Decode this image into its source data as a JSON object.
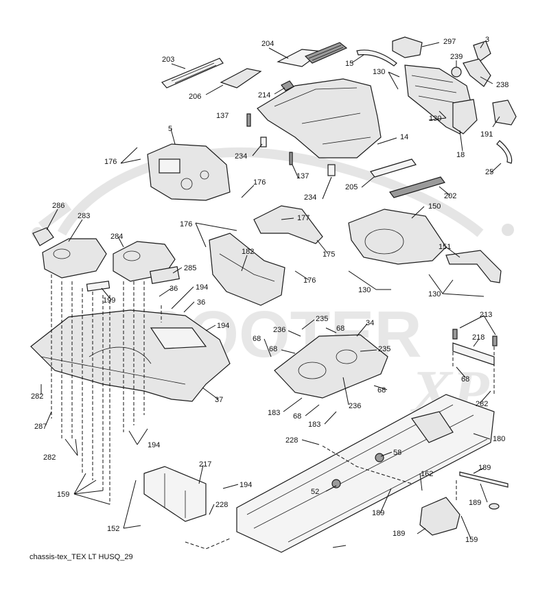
{
  "watermark": {
    "brand": "SCOOTER",
    "suffix": "XP"
  },
  "caption": "chassis-tex_TEX LT HUSQ_29",
  "callouts": [
    {
      "id": "c203",
      "text": "203"
    },
    {
      "id": "c204",
      "text": "204"
    },
    {
      "id": "c15",
      "text": "15"
    },
    {
      "id": "c297",
      "text": "297"
    },
    {
      "id": "c3",
      "text": "3"
    },
    {
      "id": "c239",
      "text": "239"
    },
    {
      "id": "c130a",
      "text": "130"
    },
    {
      "id": "c238",
      "text": "238"
    },
    {
      "id": "c206",
      "text": "206"
    },
    {
      "id": "c214",
      "text": "214"
    },
    {
      "id": "c137a",
      "text": "137"
    },
    {
      "id": "c130b",
      "text": "130"
    },
    {
      "id": "c5",
      "text": "5"
    },
    {
      "id": "c191",
      "text": "191"
    },
    {
      "id": "c14",
      "text": "14"
    },
    {
      "id": "c18",
      "text": "18"
    },
    {
      "id": "c176a",
      "text": "176"
    },
    {
      "id": "c234a",
      "text": "234"
    },
    {
      "id": "c137b",
      "text": "137"
    },
    {
      "id": "c25",
      "text": "25"
    },
    {
      "id": "c176b",
      "text": "176"
    },
    {
      "id": "c205",
      "text": "205"
    },
    {
      "id": "c202",
      "text": "202"
    },
    {
      "id": "c234b",
      "text": "234"
    },
    {
      "id": "c286",
      "text": "286"
    },
    {
      "id": "c150",
      "text": "150"
    },
    {
      "id": "c283",
      "text": "283"
    },
    {
      "id": "c177",
      "text": "177"
    },
    {
      "id": "c176c",
      "text": "176"
    },
    {
      "id": "c284",
      "text": "284"
    },
    {
      "id": "c182",
      "text": "182"
    },
    {
      "id": "c151",
      "text": "151"
    },
    {
      "id": "c175",
      "text": "175"
    },
    {
      "id": "c285",
      "text": "285"
    },
    {
      "id": "c176d",
      "text": "176"
    },
    {
      "id": "c130c",
      "text": "130"
    },
    {
      "id": "c36a",
      "text": "36"
    },
    {
      "id": "c194a",
      "text": "194"
    },
    {
      "id": "c130d",
      "text": "130"
    },
    {
      "id": "c36b",
      "text": "36"
    },
    {
      "id": "c199",
      "text": "199"
    },
    {
      "id": "c235a",
      "text": "235"
    },
    {
      "id": "c213",
      "text": "213"
    },
    {
      "id": "c194b",
      "text": "194"
    },
    {
      "id": "c236a",
      "text": "236"
    },
    {
      "id": "c68a",
      "text": "68"
    },
    {
      "id": "c34",
      "text": "34"
    },
    {
      "id": "c68b",
      "text": "68"
    },
    {
      "id": "c218",
      "text": "218"
    },
    {
      "id": "c235b",
      "text": "235"
    },
    {
      "id": "c68c",
      "text": "68"
    },
    {
      "id": "c282a",
      "text": "282"
    },
    {
      "id": "c68d",
      "text": "68"
    },
    {
      "id": "c37",
      "text": "37"
    },
    {
      "id": "c236b",
      "text": "236"
    },
    {
      "id": "c68e",
      "text": "68"
    },
    {
      "id": "c287",
      "text": "287"
    },
    {
      "id": "c183a",
      "text": "183"
    },
    {
      "id": "c68f",
      "text": "68"
    },
    {
      "id": "c183b",
      "text": "183"
    },
    {
      "id": "c282b",
      "text": "282"
    },
    {
      "id": "c180",
      "text": "180"
    },
    {
      "id": "c228a",
      "text": "228"
    },
    {
      "id": "c282c",
      "text": "282"
    },
    {
      "id": "c194c",
      "text": "194"
    },
    {
      "id": "c58",
      "text": "58"
    },
    {
      "id": "c217",
      "text": "217"
    },
    {
      "id": "c189a",
      "text": "189"
    },
    {
      "id": "c162",
      "text": "162"
    },
    {
      "id": "c159a",
      "text": "159"
    },
    {
      "id": "c194d",
      "text": "194"
    },
    {
      "id": "c52",
      "text": "52"
    },
    {
      "id": "c189b",
      "text": "189"
    },
    {
      "id": "c228b",
      "text": "228"
    },
    {
      "id": "c189c",
      "text": "189"
    },
    {
      "id": "c152",
      "text": "152"
    },
    {
      "id": "c189d",
      "text": "189"
    },
    {
      "id": "c159b",
      "text": "159"
    }
  ]
}
